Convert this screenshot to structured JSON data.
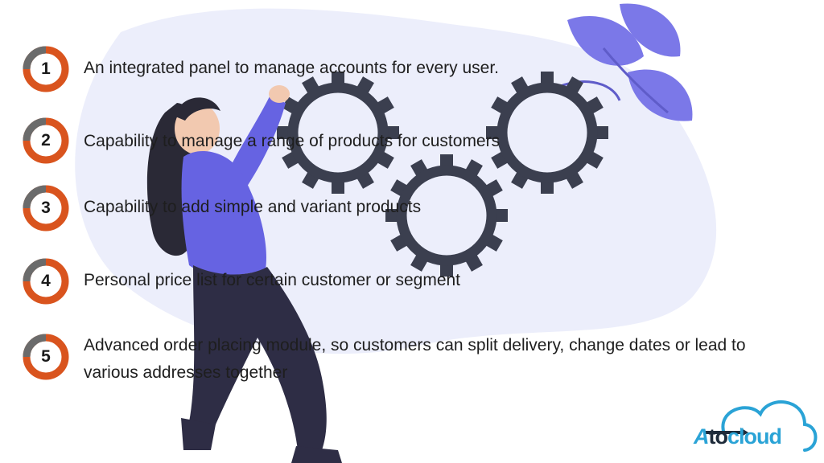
{
  "features": [
    {
      "number": "1",
      "text": "An integrated panel to manage accounts for every user."
    },
    {
      "number": "2",
      "text": "Capability to manage a range of products for customers"
    },
    {
      "number": "3",
      "text": "Capability to add simple and variant products"
    },
    {
      "number": "4",
      "text": "Personal price list for certain customer or segment"
    },
    {
      "number": "5",
      "text": "Advanced order placing module, so customers can split delivery, change dates or lead to various addresses together"
    }
  ],
  "logo": {
    "part_a": "A",
    "part_to": "to",
    "part_cloud": "cloud"
  },
  "colors": {
    "badge_orange": "#d9541e",
    "badge_gray": "#6b6b6b",
    "blob": "#eceefb",
    "gear": "#3b3f4f",
    "leaf": "#7b78e8",
    "shirt": "#6663e2",
    "pants": "#2e2d45",
    "hair": "#2a2936",
    "logo_blue": "#2aa3d6",
    "logo_dark": "#1e2b3a"
  },
  "icons": [
    "gear-icon",
    "leaf-icon",
    "cloud-icon",
    "arrow-icon"
  ]
}
